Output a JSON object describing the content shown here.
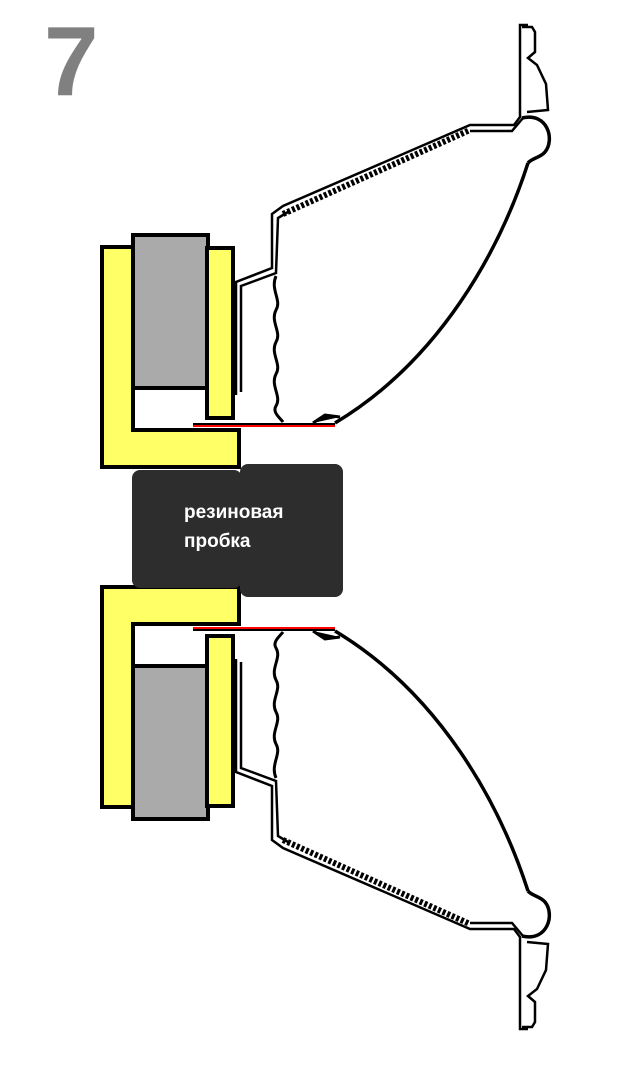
{
  "figure_number": "7",
  "labels": {
    "plug_line1": "резиновая",
    "plug_line2": "пробка"
  },
  "colors": {
    "pole_plate": "#ffff66",
    "magnet": "#aaaaaa",
    "plug": "#2d2d2d",
    "voice_coil": "#ff0000",
    "outline": "#000000",
    "figure_number": "#808080"
  }
}
